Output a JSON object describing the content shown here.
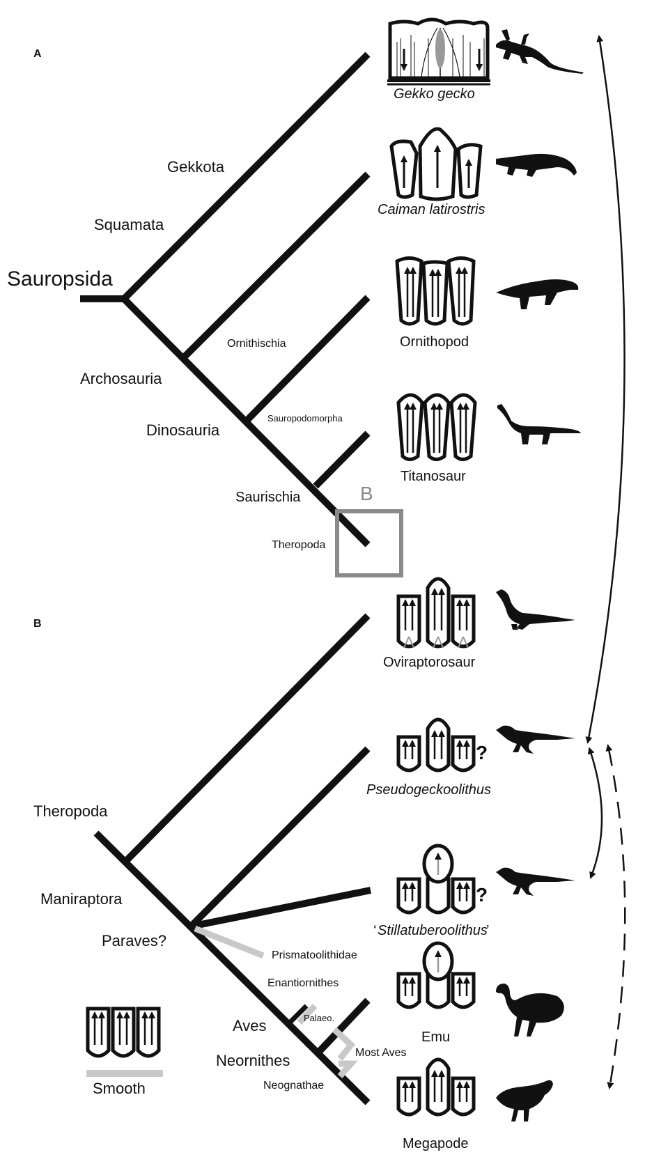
{
  "panels": {
    "a_label": "A",
    "b_label": "B",
    "box_label": "B"
  },
  "clades_a": {
    "sauropsida": "Sauropsida",
    "squamata": "Squamata",
    "gekkota": "Gekkota",
    "archosauria": "Archosauria",
    "ornithischia": "Ornithischia",
    "dinosauria": "Dinosauria",
    "sauropodomorpha": "Sauropodomorpha",
    "saurischia": "Saurischia",
    "theropoda": "Theropoda"
  },
  "clades_b": {
    "theropoda": "Theropoda",
    "maniraptora": "Maniraptora",
    "paraves": "Paraves?",
    "prismatoolithidae": "Prismatoolithidae",
    "enantiornithes": "Enantiornithes",
    "aves": "Aves",
    "palaeo": "Palaeo.",
    "neornithes": "Neornithes",
    "most_aves": "Most Aves",
    "neognathae": "Neognathae"
  },
  "taxa": {
    "gekko": "Gekko gecko",
    "caiman": "Caiman latirostris",
    "ornithopod": "Ornithopod",
    "titanosaur": "Titanosaur",
    "oviraptorosaur": "Oviraptorosaur",
    "pseudogeckoolithus": "Pseudogeckoolithus",
    "stillatuberoolithus_open": "‘",
    "stillatuberoolithus": "Stillatuberoolithus",
    "stillatuberoolithus_close": "’",
    "emu": "Emu",
    "megapode": "Megapode"
  },
  "legend": {
    "smooth": "Smooth"
  },
  "question_mark": "?",
  "colors": {
    "ink": "#111111",
    "grey_line": "#c8c8c8",
    "box_grey": "#8a8a8a",
    "fill_grey": "#999999"
  }
}
